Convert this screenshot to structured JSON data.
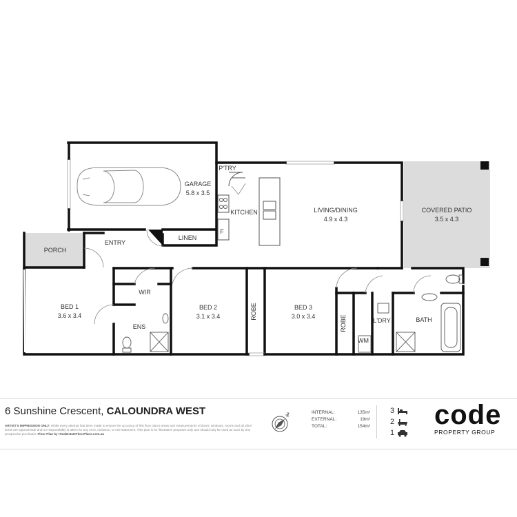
{
  "rooms": {
    "garage": {
      "name": "GARAGE",
      "dim": "5.8 x 3.5"
    },
    "ptry": {
      "name": "P'TRY"
    },
    "kitchen": {
      "name": "KITCHEN"
    },
    "living": {
      "name": "LIVING/DINING",
      "dim": "4.9 x 4.3"
    },
    "patio": {
      "name": "COVERED PATIO",
      "dim": "3.5 x 4.3"
    },
    "porch": {
      "name": "PORCH"
    },
    "entry": {
      "name": "ENTRY"
    },
    "linen": {
      "name": "LINEN"
    },
    "fridge": {
      "name": "F"
    },
    "bed1": {
      "name": "BED 1",
      "dim": "3.6 x 3.4"
    },
    "wir": {
      "name": "WIR"
    },
    "ens": {
      "name": "ENS"
    },
    "bed2": {
      "name": "BED 2",
      "dim": "3.1 x 3.4"
    },
    "robe1": {
      "name": "ROBE"
    },
    "bed3": {
      "name": "BED 3",
      "dim": "3.0 x 3.4"
    },
    "robe2": {
      "name": "ROBE"
    },
    "ldry": {
      "name": "L'DRY"
    },
    "wm": {
      "name": "WM"
    },
    "bath": {
      "name": "BATH"
    }
  },
  "footer": {
    "address_street": "6 Sunshine Crescent,",
    "address_suburb": "CALOUNDRA WEST",
    "disclaimer_label": "ARTIST'S IMPRESSION ONLY:",
    "disclaimer_text": "While every attempt has been made to ensure the accuracy of this floor plan's areas and measurements of doors, windows, rooms and all other items are approximate and no responsibility is taken for any error, omission, or mis-statement. This plan is for illustrative purposes only and should only be used as such by any prospective purchaser.",
    "credit_label": "Floor Plan by:",
    "credit_site": "RealEstateFloorPlans.com.au",
    "areas": [
      {
        "label": "INTERNAL:",
        "value": "135m²"
      },
      {
        "label": "EXTERNAL:",
        "value": "19m²"
      },
      {
        "label": "TOTAL:",
        "value": "154m²"
      }
    ],
    "counts": [
      {
        "value": "3",
        "icon": "bed-icon"
      },
      {
        "value": "2",
        "icon": "bath-icon"
      },
      {
        "value": "1",
        "icon": "car-icon"
      }
    ],
    "brand_name": "code",
    "brand_sub": "PROPERTY GROUP"
  }
}
